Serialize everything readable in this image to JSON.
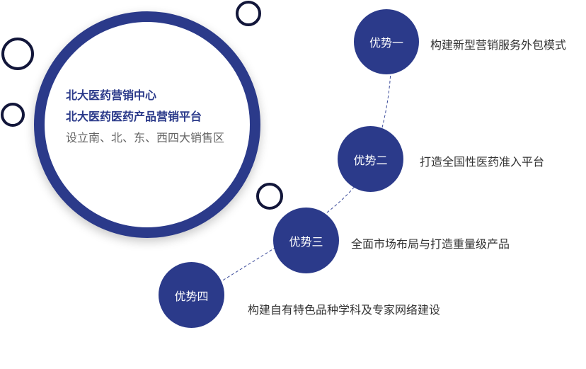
{
  "center": {
    "line1": "北大医药营销中心",
    "line2": "北大医药医药产品营销平台",
    "line3": "设立南、北、东、西四大销售区"
  },
  "advantages": [
    {
      "label": "优势一",
      "text": "构建新型营销服务外包模式"
    },
    {
      "label": "优势二",
      "text": "打造全国性医药准入平台"
    },
    {
      "label": "优势三",
      "text": "全面市场布局与打造重量级产品"
    },
    {
      "label": "优势四",
      "text": "构建自有特色品种学科及专家网络建设"
    }
  ],
  "colors": {
    "primary": "#2b3a8a",
    "ring": "#12163a",
    "dashed_line": "#3a4a9a"
  }
}
